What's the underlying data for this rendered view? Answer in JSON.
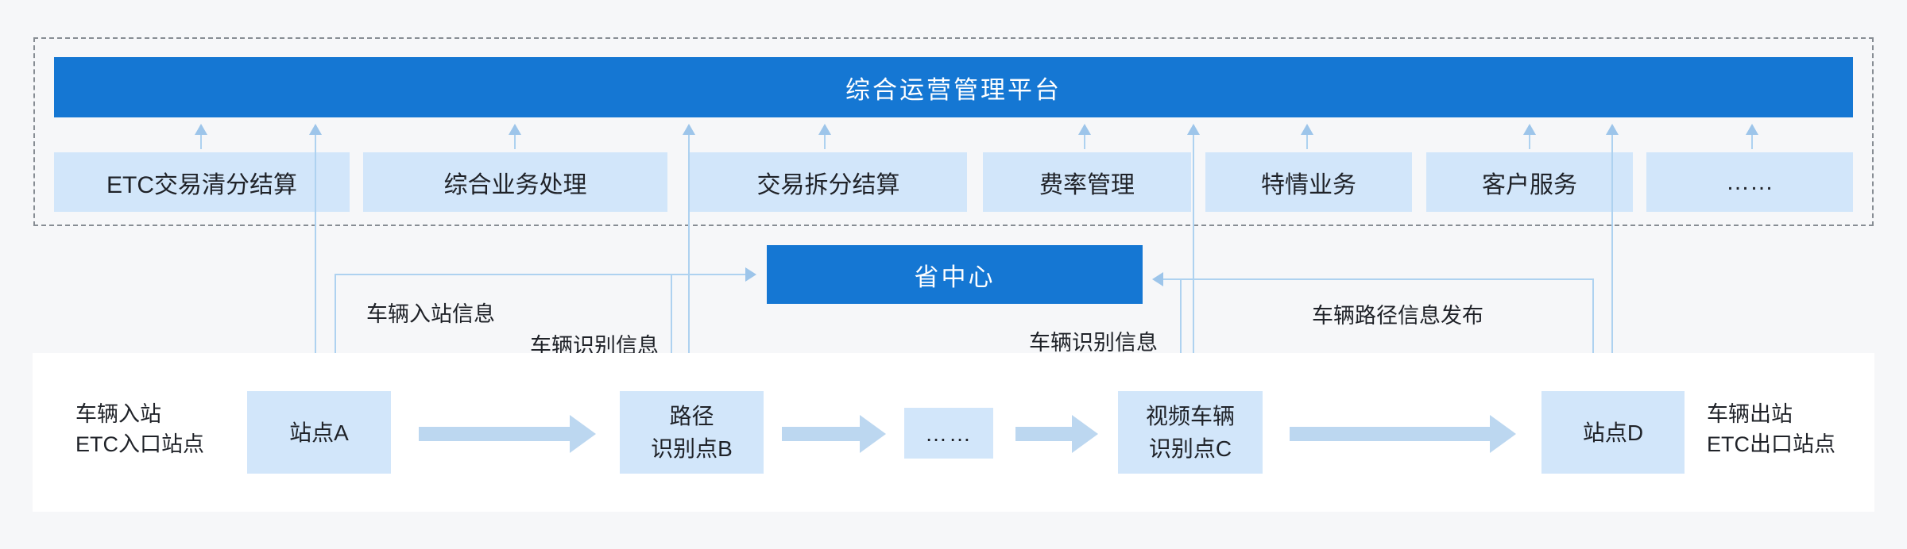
{
  "platform": {
    "title": "综合运营管理平台"
  },
  "modules": [
    {
      "label": "ETC交易清分结算"
    },
    {
      "label": "综合业务处理"
    },
    {
      "label": "交易拆分结算"
    },
    {
      "label": "费率管理"
    },
    {
      "label": "特情业务"
    },
    {
      "label": "客户服务"
    },
    {
      "label": "……"
    }
  ],
  "province_center": {
    "label": "省中心"
  },
  "connection_labels": {
    "vehicle_entry_info": "车辆入站信息",
    "vehicle_id_info_left": "车辆识别信息",
    "vehicle_id_info_right": "车辆识别信息",
    "vehicle_path_publish": "车辆路径信息发布"
  },
  "flow": {
    "entry_note": {
      "line1": "车辆入站",
      "line2": "ETC入口站点"
    },
    "exit_note": {
      "line1": "车辆出站",
      "line2": "ETC出口站点"
    },
    "nodes": [
      {
        "lines": [
          "站点A"
        ]
      },
      {
        "lines": [
          "路径",
          "识别点B"
        ]
      },
      {
        "lines": [
          "……"
        ]
      },
      {
        "lines": [
          "视频车辆",
          "识别点C"
        ]
      },
      {
        "lines": [
          "站点D"
        ]
      }
    ]
  },
  "colors": {
    "primary_blue": "#1577d3",
    "light_blue_box": "#d2e6fa",
    "thick_arrow_blue": "#bcd7f0",
    "connector_line_blue": "#aed2f0",
    "arrowhead_blue": "#9dc5ea",
    "dashed_border_gray": "#878d94",
    "page_background": "#f6f7f9",
    "panel_white": "#ffffff",
    "text_dark": "#1f2228"
  }
}
